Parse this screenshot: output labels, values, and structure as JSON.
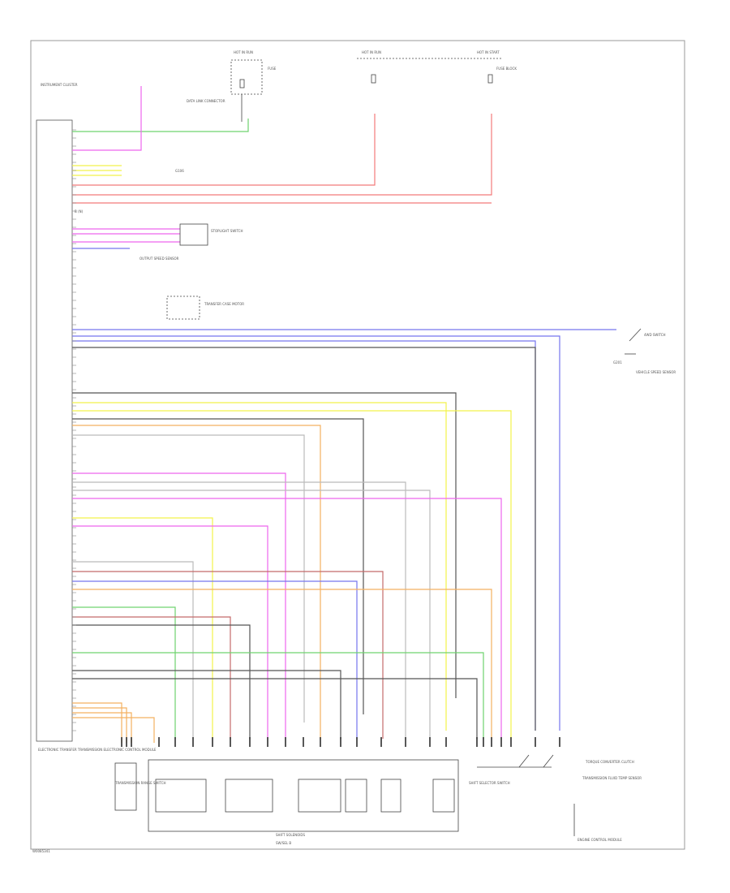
{
  "diagram": {
    "page_id": "W0085341",
    "module_label": "ELECTRONIC TRANSFER TRANSMISSION ELECTRONIC CONTROL MODULE",
    "sheet_label": "B (N)",
    "bottom_label": "SW/SEL B",
    "labels": [
      "HOT IN RUN",
      "HOT IN RUN",
      "HOT IN START",
      "FUSE",
      "INSTRUMENT CLUSTER",
      "FUSE BLOCK",
      "DATA LINK CONNECTOR",
      "STOPLIGHT SWITCH",
      "TRANSFER CASE MOTOR",
      "TRANSMISSION RANGE SWITCH",
      "SHIFT SOLENOIDS",
      "SHIFT SELECTOR SWITCH",
      "G106",
      "G201",
      "4WD SWITCH",
      "VEHICLE SPEED SENSOR",
      "TORQUE CONVERTER CLUTCH",
      "OUTPUT SPEED SENSOR",
      "TRANSMISSION FLUID TEMP SENSOR",
      "ENGINE CONTROL MODULE"
    ],
    "colors": {
      "green": "#6fd36f",
      "magenta": "#ee66ee",
      "red": "#f27a7a",
      "blue": "#7676ee",
      "yellow": "#f2f24a",
      "orange": "#f4b060",
      "dark": "#555555",
      "gray": "#bbbbbb",
      "brown": "#c46a6a"
    }
  }
}
